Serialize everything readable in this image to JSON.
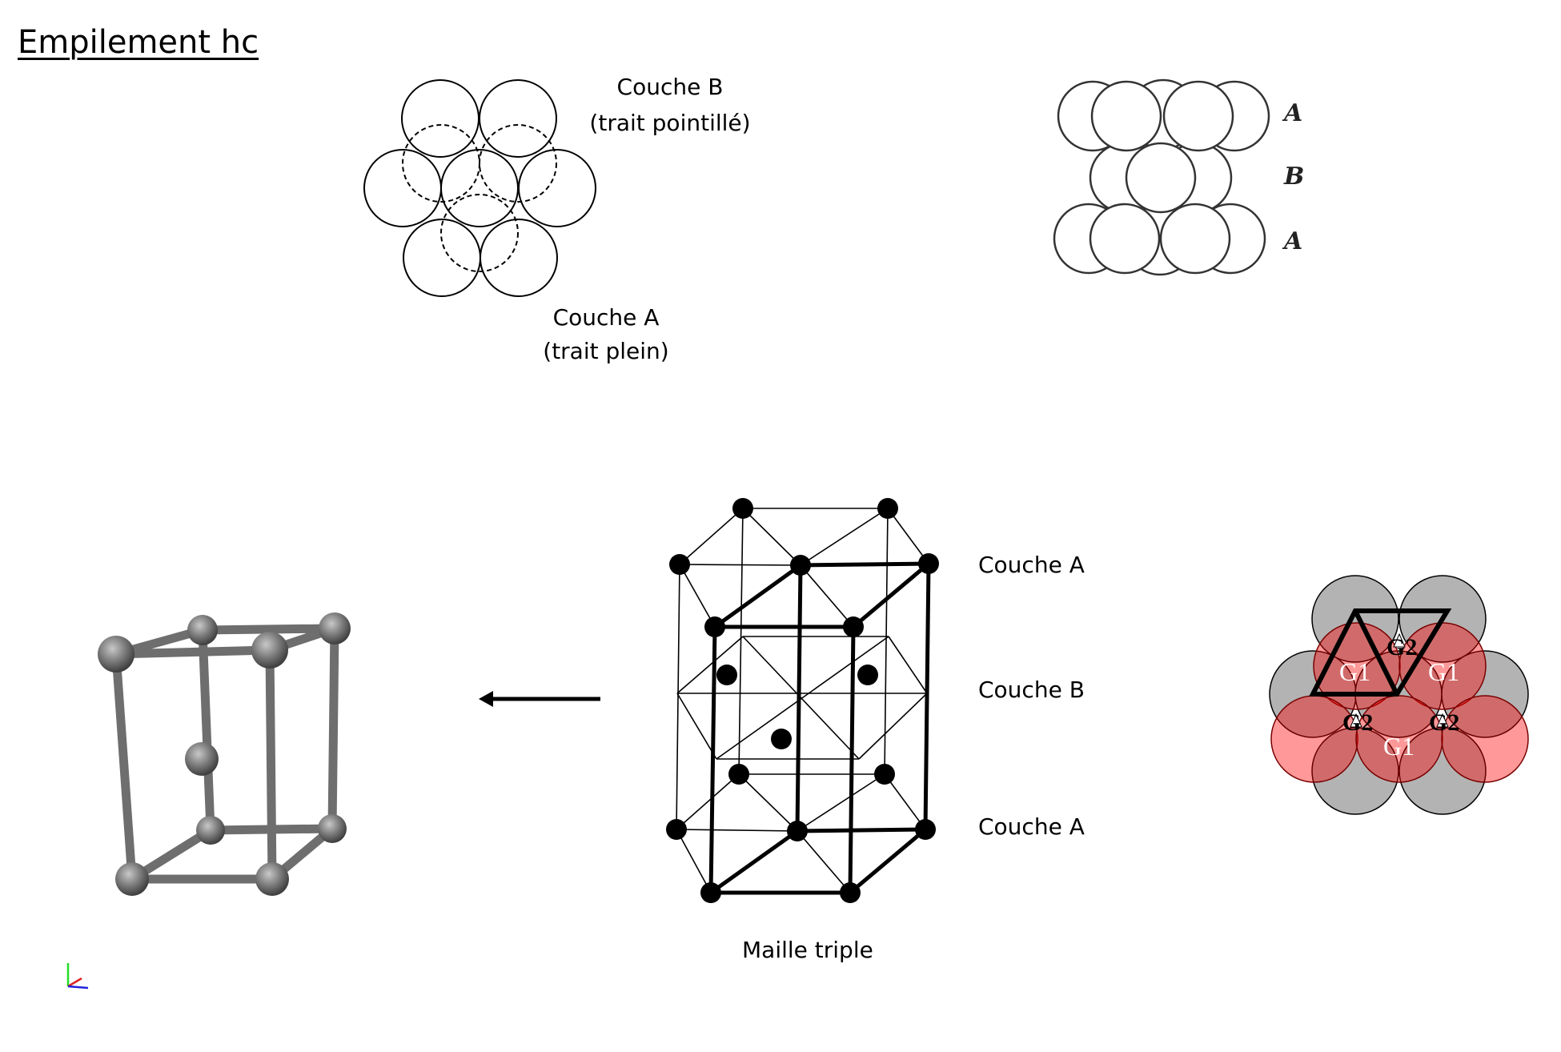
{
  "title": "Empilement hc",
  "top_view": {
    "layer_b_label": "Couche B",
    "layer_b_note": "(trait pointillé)",
    "layer_a_label": "Couche A",
    "layer_a_note": "(trait plein)"
  },
  "side_view": {
    "labels": [
      "A",
      "B",
      "A"
    ]
  },
  "hexagonal_prism": {
    "layer_labels": [
      "Couche A",
      "Couche B",
      "Couche A"
    ],
    "caption": "Maille triple"
  },
  "unit_cell_3d": {
    "axes": {
      "x_color": "#0000cc",
      "y_color": "#00cc00",
      "z_color": "#cc0000"
    }
  },
  "packing_diagram": {
    "site_labels": {
      "g1": "G1",
      "g2": "G2"
    },
    "colors": {
      "layer_a": "#b3b3b3",
      "layer_b": "#ff0000",
      "layer_b_opacity": 0.4,
      "outline": "#000000"
    }
  }
}
